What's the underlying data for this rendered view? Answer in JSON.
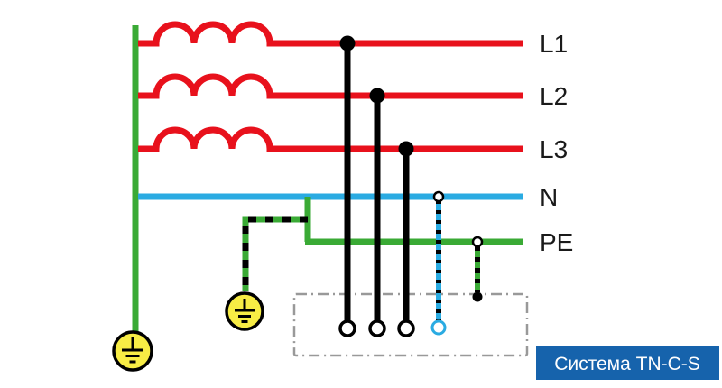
{
  "diagram": {
    "title": "Система TN-C-S",
    "conductors": [
      {
        "id": "L1",
        "label": "L1",
        "color": "#e8111c"
      },
      {
        "id": "L2",
        "label": "L2",
        "color": "#e8111c"
      },
      {
        "id": "L3",
        "label": "L3",
        "color": "#e8111c"
      },
      {
        "id": "N",
        "label": "N",
        "color": "#2aabe2"
      },
      {
        "id": "PE",
        "label": "PE",
        "color": "#3aaa35"
      }
    ],
    "icons": {
      "earth_source": "earth-ground-icon",
      "earth_pen_split": "earth-ground-icon"
    }
  },
  "colors": {
    "phase": "#e8111c",
    "neutral": "#2aabe2",
    "pe": "#3aaa35",
    "load": "#000000",
    "earth-fill": "#f7ec45",
    "box": "#999999",
    "title-bg": "#1663ac",
    "title-fg": "#ffffff"
  }
}
